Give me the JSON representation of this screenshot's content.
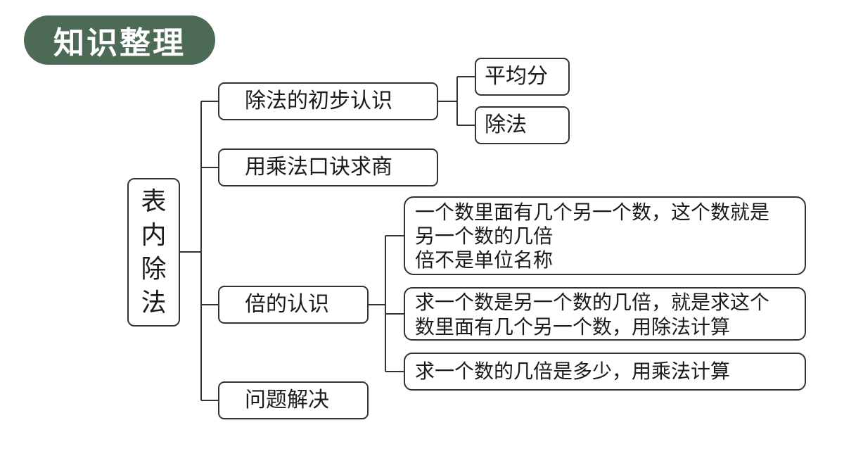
{
  "header": {
    "title": "知识整理"
  },
  "root": {
    "label": "表内除法",
    "chars": [
      "表",
      "内",
      "除",
      "法"
    ]
  },
  "branches": [
    {
      "label": "除法的初步认识",
      "children": [
        "平均分",
        "除法"
      ]
    },
    {
      "label": "用乘法口诀求商"
    },
    {
      "label": "倍的认识",
      "children": [
        {
          "lines": [
            "一个数里面有几个另一个数，这个数就是",
            "另一个数的几倍",
            "倍不是单位名称"
          ]
        },
        {
          "lines": [
            "求一个数是另一个数的几倍，就是求这个",
            "数里面有几个另一个数，用除法计算"
          ]
        },
        {
          "lines": [
            "求一个数的几倍是多少，用乘法计算"
          ]
        }
      ]
    },
    {
      "label": "问题解决"
    }
  ]
}
